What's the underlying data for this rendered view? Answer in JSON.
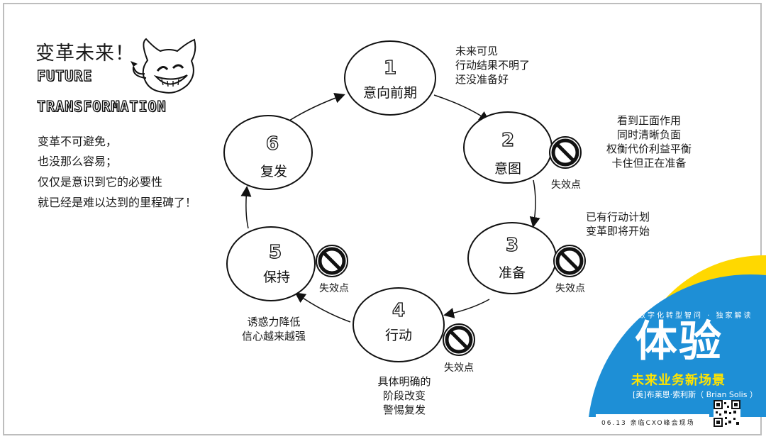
{
  "header": {
    "title_cn": "变革未来！",
    "title_en_line1": "FUTURE",
    "title_en_line2": "TRANSFORMATION",
    "mascot_icon": "grinning-devil-icon"
  },
  "intro": {
    "lines": [
      "变革不可避免，",
      "也没那么容易；",
      "仅仅是意识到它的必要性",
      "就已经是难以达到的里程碑了！"
    ]
  },
  "stages": [
    {
      "number": "1",
      "label": "意向前期"
    },
    {
      "number": "2",
      "label": "意图"
    },
    {
      "number": "3",
      "label": "准备"
    },
    {
      "number": "4",
      "label": "行动"
    },
    {
      "number": "5",
      "label": "保持"
    },
    {
      "number": "6",
      "label": "复发"
    }
  ],
  "notes": {
    "stage1": [
      "未来可见",
      "行动结果不明了",
      "还没准备好"
    ],
    "stage2": [
      "看到正面作用",
      "同时清晰负面",
      "权衡代价利益平衡",
      "卡住但正在准备"
    ],
    "stage3": [
      "已有行动计划",
      "变革即将开始"
    ],
    "stage4": [
      "具体明确的",
      "阶段改变",
      "警惕复发"
    ],
    "stage5": [
      "诱惑力降低",
      "信心越来越强"
    ]
  },
  "fail_point_label": "失效点",
  "fail_point_icon": "no-entry-icon",
  "promo": {
    "subtitle": "数字化转型智问 · 独家解读",
    "big": "体验",
    "mid": "未来业务新场景",
    "author": "[美]布莱恩·索利斯（ Brian Solis ）",
    "date": "06.13 亲临CXO峰会现场",
    "colors": {
      "blue": "#1e8fd6",
      "yellow": "#ffd800",
      "sub_yellow": "#ffe400"
    }
  }
}
